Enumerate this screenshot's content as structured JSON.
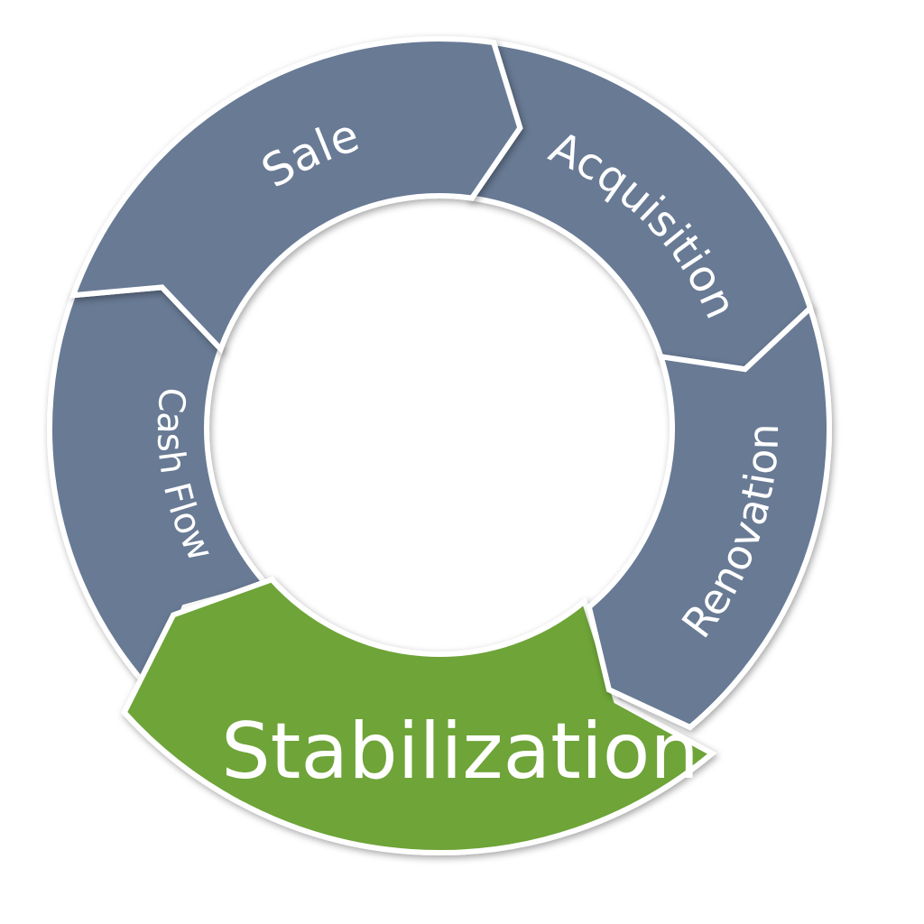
{
  "diagram": {
    "type": "cycle",
    "colors": {
      "stage": "#687a94",
      "active": "#6ea437",
      "outline": "#ffffff"
    },
    "stages": [
      {
        "id": "sale",
        "label": "Sale",
        "active": false
      },
      {
        "id": "acquisition",
        "label": "Acquisition",
        "active": false
      },
      {
        "id": "renovation",
        "label": "Renovation",
        "active": false
      },
      {
        "id": "stabilization",
        "label": "Stabilization",
        "active": true
      },
      {
        "id": "cash-flow",
        "label": "Cash Flow",
        "active": false
      }
    ]
  }
}
